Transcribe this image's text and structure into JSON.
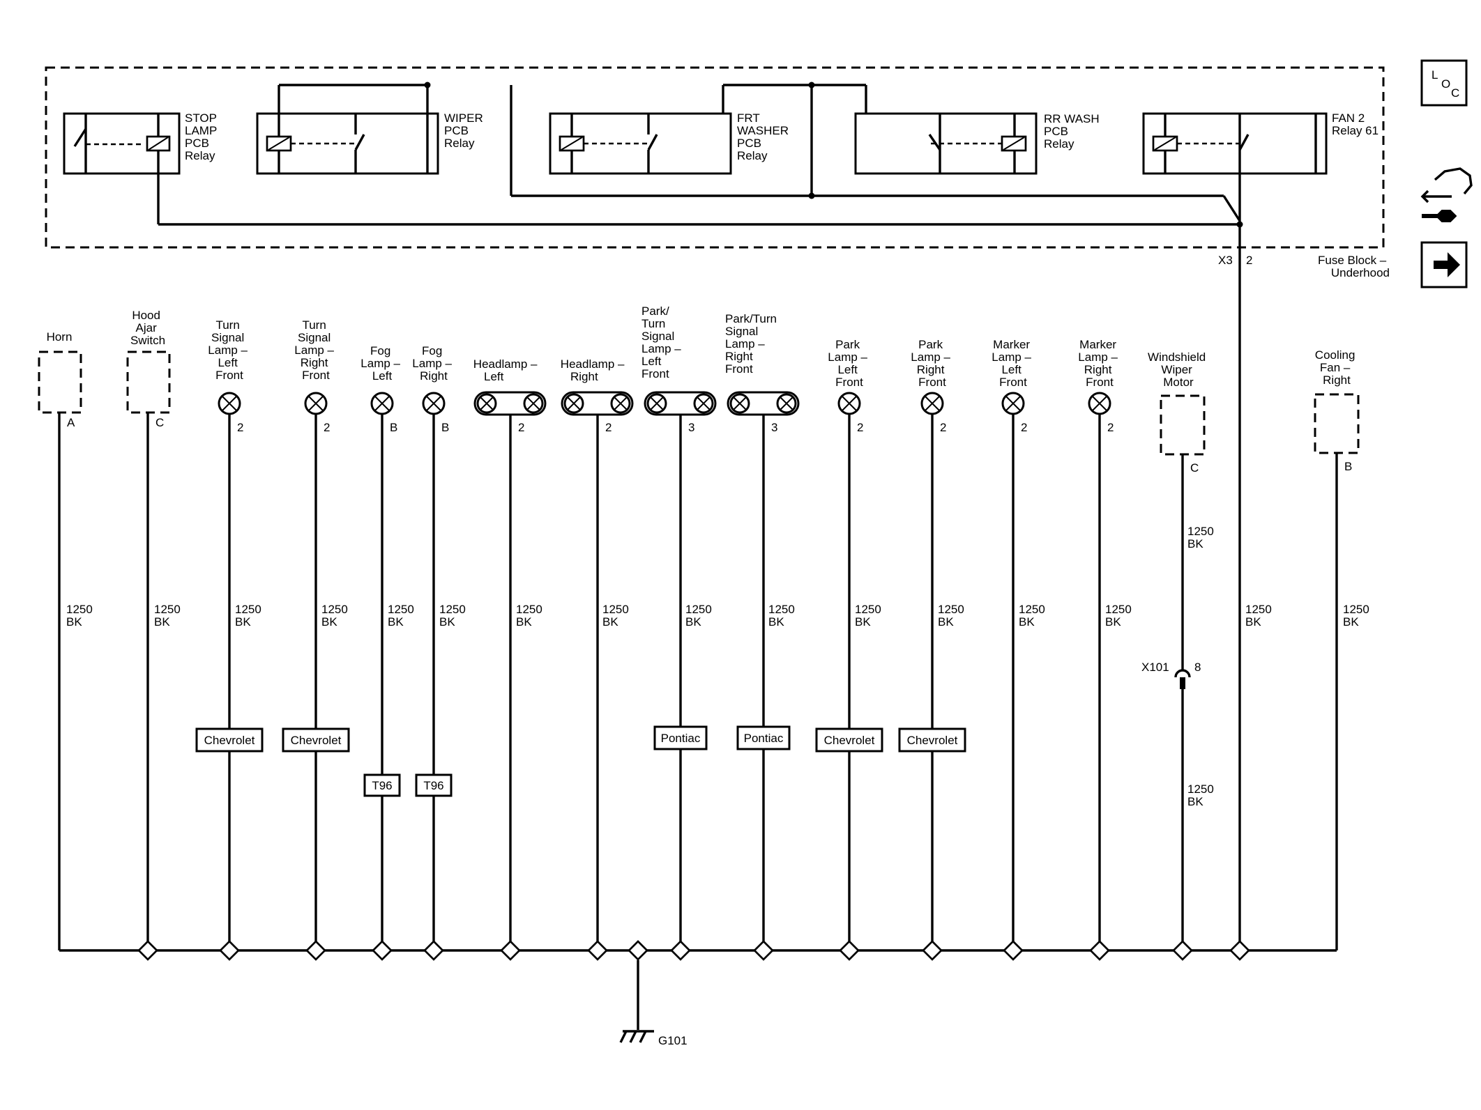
{
  "fuse_block": {
    "label": [
      "Fuse Block –",
      "Underhood"
    ],
    "connector": "X3",
    "pin": "2"
  },
  "relays": [
    {
      "id": "stop",
      "label": [
        "STOP",
        "LAMP",
        "PCB",
        "Relay"
      ]
    },
    {
      "id": "wiper",
      "label": [
        "WIPER",
        "PCB",
        "Relay"
      ]
    },
    {
      "id": "frt-washer",
      "label": [
        "FRT",
        "WASHER",
        "PCB",
        "Relay"
      ]
    },
    {
      "id": "rr-wash",
      "label": [
        "RR WASH",
        "PCB",
        "Relay"
      ]
    },
    {
      "id": "fan2",
      "label": [
        "FAN 2",
        "Relay 61"
      ]
    }
  ],
  "side_icons": {
    "loc": [
      "L",
      "O",
      "C"
    ],
    "arrow": "➜"
  },
  "circuits": [
    {
      "id": "horn",
      "label": [
        "Horn"
      ],
      "pin": "A",
      "wire": [
        "1250",
        "BK"
      ],
      "option": ""
    },
    {
      "id": "hood-ajar",
      "label": [
        "Hood",
        "Ajar",
        "Switch"
      ],
      "pin": "C",
      "wire": [
        "1250",
        "BK"
      ],
      "option": ""
    },
    {
      "id": "turn-lf",
      "label": [
        "Turn",
        "Signal",
        "Lamp –",
        "Left",
        "Front"
      ],
      "pin": "2",
      "wire": [
        "1250",
        "BK"
      ],
      "option": "Chevrolet"
    },
    {
      "id": "turn-rf",
      "label": [
        "Turn",
        "Signal",
        "Lamp –",
        "Right",
        "Front"
      ],
      "pin": "2",
      "wire": [
        "1250",
        "BK"
      ],
      "option": "Chevrolet"
    },
    {
      "id": "fog-l",
      "label": [
        "Fog",
        "Lamp –",
        "Left"
      ],
      "pin": "B",
      "wire": [
        "1250",
        "BK"
      ],
      "option": "T96"
    },
    {
      "id": "fog-r",
      "label": [
        "Fog",
        "Lamp –",
        "Right"
      ],
      "pin": "B",
      "wire": [
        "1250",
        "BK"
      ],
      "option": "T96"
    },
    {
      "id": "head-l",
      "label": [
        "Headlamp –",
        "Left"
      ],
      "pin": "2",
      "wire": [
        "1250",
        "BK"
      ],
      "option": ""
    },
    {
      "id": "head-r",
      "label": [
        "Headlamp –",
        "Right"
      ],
      "pin": "2",
      "wire": [
        "1250",
        "BK"
      ],
      "option": ""
    },
    {
      "id": "parkturn-lf",
      "label": [
        "Park/",
        "Turn",
        "Signal",
        "Lamp –",
        "Left",
        "Front"
      ],
      "pin": "3",
      "wire": [
        "1250",
        "BK"
      ],
      "option": "Pontiac"
    },
    {
      "id": "parkturn-rf",
      "label": [
        "Park/Turn",
        "Signal",
        "Lamp –",
        "Right",
        "Front"
      ],
      "pin": "3",
      "wire": [
        "1250",
        "BK"
      ],
      "option": "Pontiac"
    },
    {
      "id": "park-lf",
      "label": [
        "Park",
        "Lamp –",
        "Left",
        "Front"
      ],
      "pin": "2",
      "wire": [
        "1250",
        "BK"
      ],
      "option": "Chevrolet"
    },
    {
      "id": "park-rf",
      "label": [
        "Park",
        "Lamp –",
        "Right",
        "Front"
      ],
      "pin": "2",
      "wire": [
        "1250",
        "BK"
      ],
      "option": "Chevrolet"
    },
    {
      "id": "marker-lf",
      "label": [
        "Marker",
        "Lamp –",
        "Left",
        "Front"
      ],
      "pin": "2",
      "wire": [
        "1250",
        "BK"
      ],
      "option": ""
    },
    {
      "id": "marker-rf",
      "label": [
        "Marker",
        "Lamp –",
        "Right",
        "Front"
      ],
      "pin": "2",
      "wire": [
        "1250",
        "BK"
      ],
      "option": ""
    },
    {
      "id": "wiper-motor",
      "label": [
        "Windshield",
        "Wiper",
        "Motor"
      ],
      "pin": "C",
      "wire": [
        "1250",
        "BK"
      ],
      "wire_lower": [
        "1250",
        "BK"
      ],
      "inline_connector": "X101",
      "inline_pin": "8",
      "option": ""
    },
    {
      "id": "fuse-block",
      "label": [],
      "pin": "",
      "wire": [
        "1250",
        "BK"
      ],
      "option": ""
    },
    {
      "id": "cooling-fan",
      "label": [
        "Cooling",
        "Fan –",
        "Right"
      ],
      "pin": "B",
      "wire": [
        "1250",
        "BK"
      ],
      "option": ""
    }
  ],
  "ground": "G101"
}
